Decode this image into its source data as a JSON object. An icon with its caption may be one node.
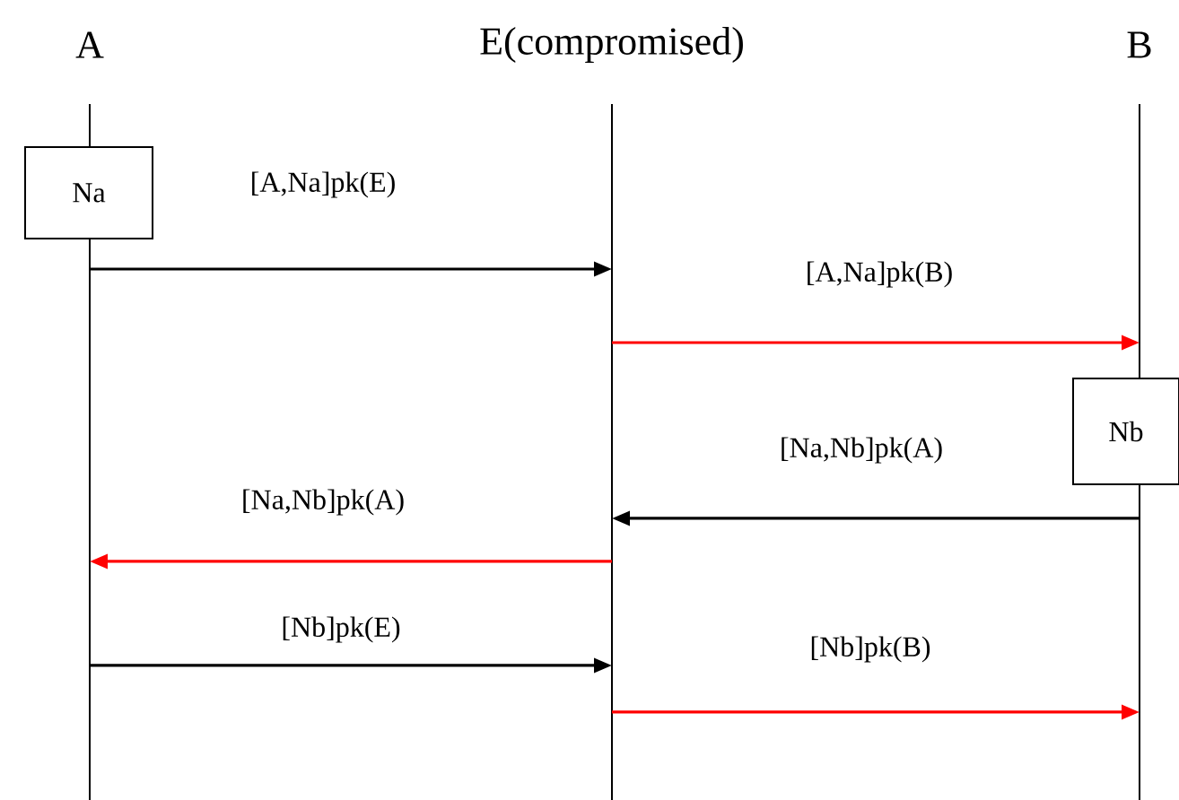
{
  "diagram": {
    "nodes": [
      {
        "text": [
          "A"
        ]
      },
      {
        "text": [
          "E(compromised)"
        ]
      },
      {
        "text": [
          "B"
        ]
      },
      {
        "text": [
          "Na"
        ]
      },
      {
        "text": [
          "Nb"
        ]
      }
    ],
    "edges": [
      {
        "from": 0,
        "to": 1,
        "arrow": "to",
        "label": "[A,Na]pk(E)",
        "color": "#000000"
      },
      {
        "from": 1,
        "to": 2,
        "arrow": "to",
        "label": "[A,Na]pk(B)",
        "color": "#ff0000"
      },
      {
        "from": 2,
        "to": 1,
        "arrow": "to",
        "label": "[Na,Nb]pk(A)",
        "color": "#000000"
      },
      {
        "from": 1,
        "to": 0,
        "arrow": "to",
        "label": "[Na,Nb]pk(A)",
        "color": "#ff0000"
      },
      {
        "from": 0,
        "to": 1,
        "arrow": "to",
        "label": "[Nb]pk(E)",
        "color": "#000000"
      },
      {
        "from": 1,
        "to": 2,
        "arrow": "to",
        "label": "[Nb]pk(B)",
        "color": "#ff0000"
      }
    ]
  }
}
